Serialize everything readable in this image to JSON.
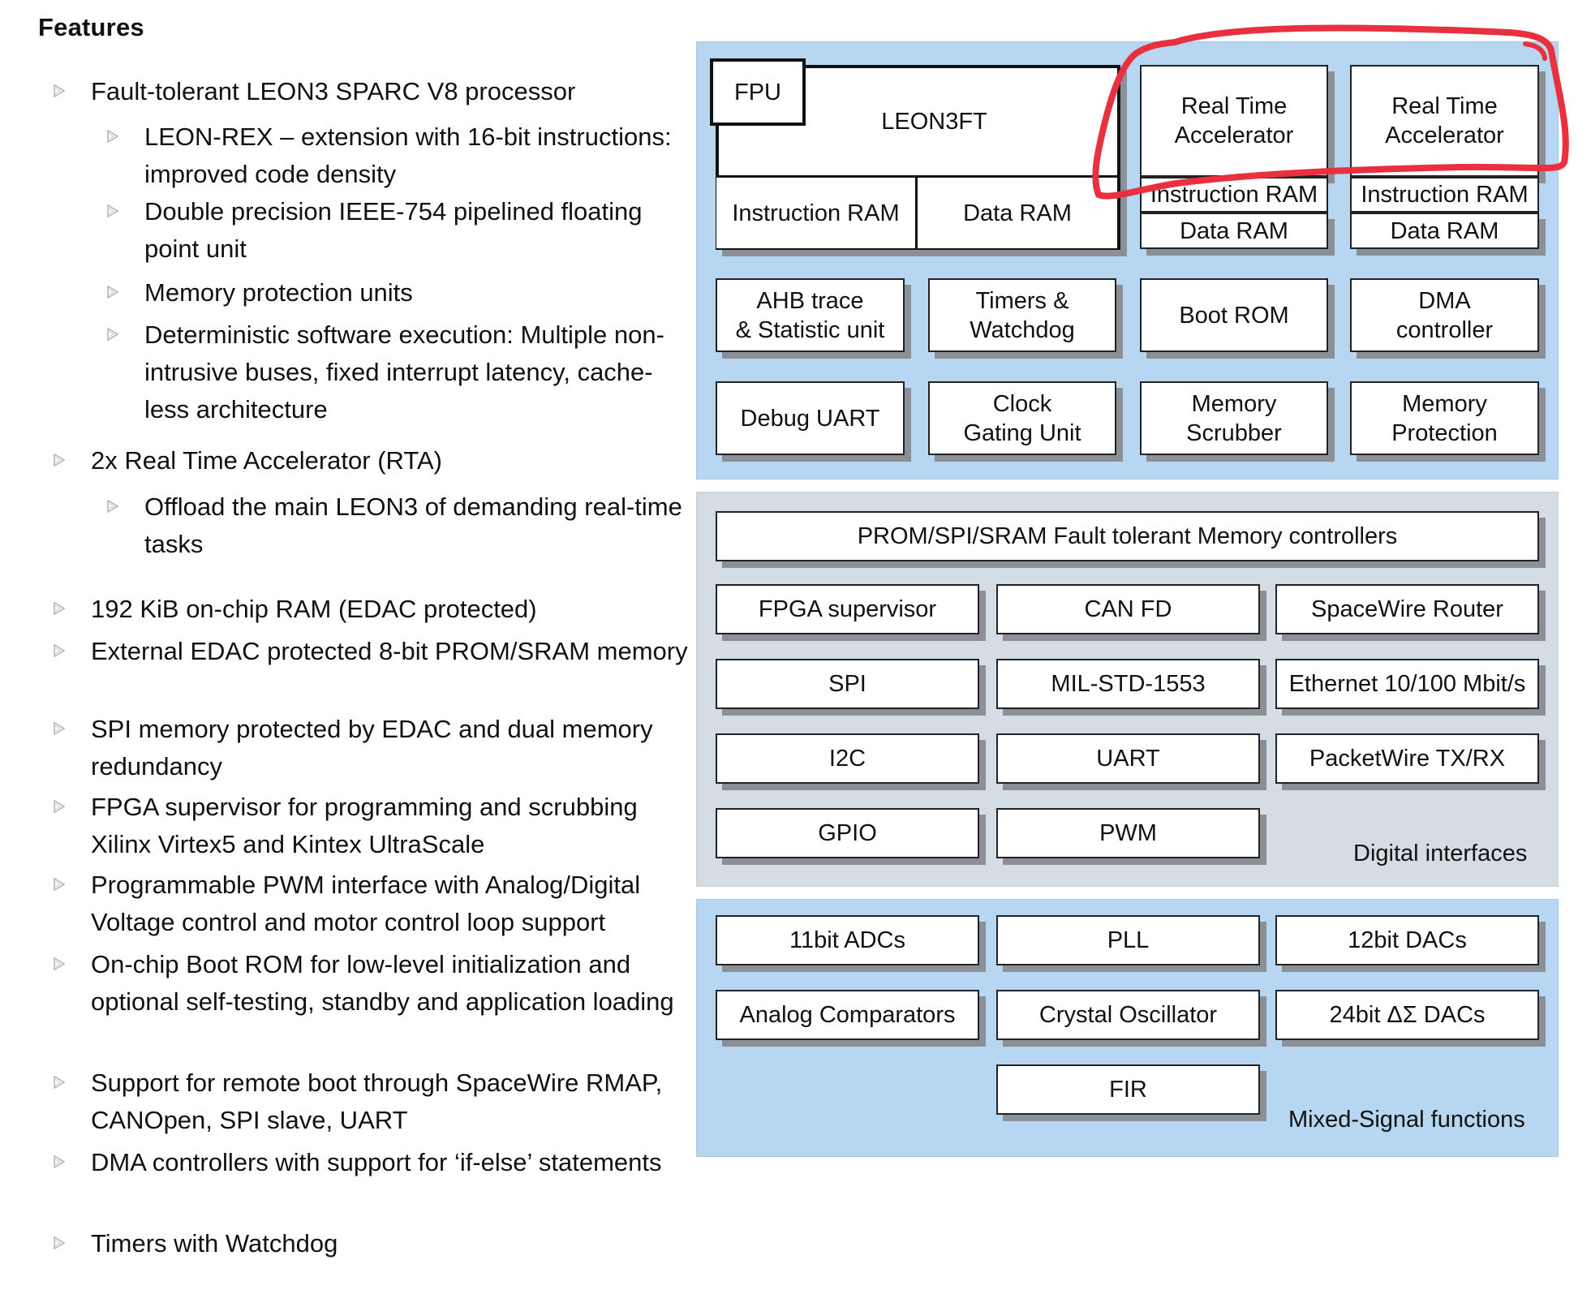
{
  "features": {
    "title": "Features",
    "items": [
      {
        "level": 1,
        "text": "Fault-tolerant  LEON3 SPARC V8 processor"
      },
      {
        "level": 2,
        "text": "LEON-REX – extension with 16-bit instructions: improved code density"
      },
      {
        "level": 2,
        "text": "Double precision IEEE-754 pipelined floating point unit"
      },
      {
        "level": 2,
        "text": "Memory protection units"
      },
      {
        "level": 2,
        "text": "Deterministic software execution: Multiple non-intrusive buses, fixed interrupt latency, cache-less architecture"
      },
      {
        "level": 1,
        "text": "2x Real Time Accelerator (RTA)"
      },
      {
        "level": 2,
        "text": "Offload the main LEON3 of demanding real-time tasks"
      },
      {
        "level": 1,
        "text": "192 KiB on-chip RAM (EDAC protected)"
      },
      {
        "level": 1,
        "text": "External EDAC protected 8-bit PROM/SRAM memory"
      },
      {
        "level": 1,
        "text": "SPI memory protected by EDAC and dual memory redundancy"
      },
      {
        "level": 1,
        "text": "FPGA supervisor for programming and scrubbing Xilinx Virtex5 and Kintex UltraScale"
      },
      {
        "level": 1,
        "text": "Programmable PWM interface with Analog/Digital Voltage control and motor control loop support"
      },
      {
        "level": 1,
        "text": "On-chip Boot ROM for low-level initialization and optional self-testing, standby and application loading"
      },
      {
        "level": 1,
        "text": "Support for remote boot through SpaceWire RMAP, CANOpen, SPI slave, UART"
      },
      {
        "level": 1,
        "text": "DMA controllers with support for ‘if-else’ statements"
      },
      {
        "level": 1,
        "text": "Timers with Watchdog"
      }
    ]
  },
  "diagram": {
    "processor": {
      "fpu": "FPU",
      "core": "LEON3FT",
      "iram": "Instruction RAM",
      "dram": "Data RAM"
    },
    "rta1": {
      "title": "Real Time\nAccelerator",
      "iram": "Instruction RAM",
      "dram": "Data RAM"
    },
    "rta2": {
      "title": "Real Time\nAccelerator",
      "iram": "Instruction RAM",
      "dram": "Data RAM"
    },
    "core_row1": [
      "AHB trace\n& Statistic unit",
      "Timers &\nWatchdog",
      "Boot ROM",
      "DMA\ncontroller"
    ],
    "core_row2": [
      "Debug UART",
      "Clock\nGating Unit",
      "Memory\nScrubber",
      "Memory\nProtection"
    ],
    "digital": {
      "memctrl": "PROM/SPI/SRAM Fault tolerant Memory controllers",
      "row1": [
        "FPGA supervisor",
        "CAN FD",
        "SpaceWire Router"
      ],
      "row2": [
        "SPI",
        "MIL-STD-1553",
        "Ethernet 10/100 Mbit/s"
      ],
      "row3": [
        "I2C",
        "UART",
        "PacketWire TX/RX"
      ],
      "row4": [
        "GPIO",
        "PWM"
      ],
      "label": "Digital interfaces"
    },
    "mixed": {
      "row1": [
        "11bit ADCs",
        "PLL",
        "12bit DACs"
      ],
      "row2": [
        "Analog Comparators",
        "Crystal Oscillator",
        "24bit ΔΣ DACs"
      ],
      "row3": [
        "FIR"
      ],
      "label": "Mixed-Signal functions"
    },
    "colors": {
      "blue_panel": "#b7d6f1",
      "gray_panel": "#d5dde4",
      "annotation": "#e8303f"
    }
  }
}
